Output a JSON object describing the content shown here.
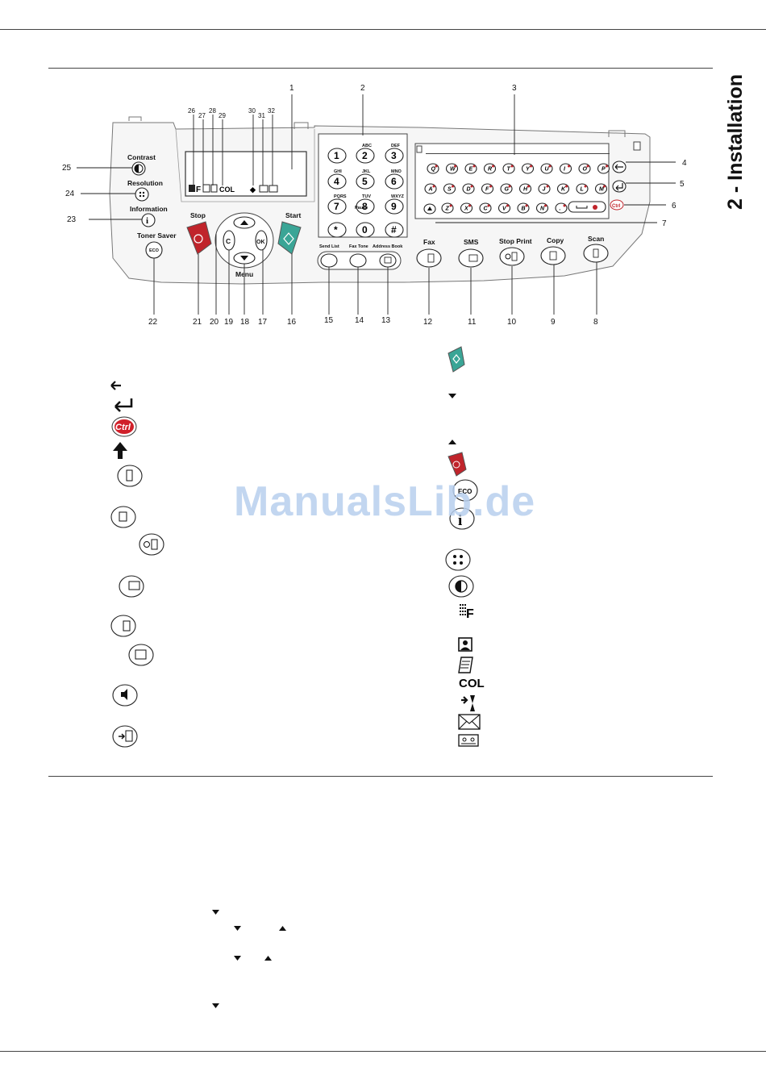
{
  "section_title": "2 - Installation",
  "watermark": "ManualsLib.de",
  "panel": {
    "labels": {
      "contrast": "Contrast",
      "resolution": "Resolution",
      "information": "Information",
      "toner_saver": "Toner Saver",
      "eco": "ECO",
      "stop": "Stop",
      "start": "Start",
      "menu": "Menu",
      "c_key": "C",
      "ok_key": "OK",
      "send_list": "Send List",
      "fax_tone": "Fax Tone",
      "address_book": "Address Book",
      "fax": "Fax",
      "sms": "SMS",
      "stop_print": "Stop Print",
      "copy": "Copy",
      "scan": "Scan",
      "pause": "Pause",
      "lcd_col": "COL"
    },
    "keypad": [
      {
        "digit": "1",
        "letters": ""
      },
      {
        "digit": "2",
        "letters": "ABC"
      },
      {
        "digit": "3",
        "letters": "DEF"
      },
      {
        "digit": "4",
        "letters": "GHI"
      },
      {
        "digit": "5",
        "letters": "JKL"
      },
      {
        "digit": "6",
        "letters": "MNO"
      },
      {
        "digit": "7",
        "letters": "PQRS"
      },
      {
        "digit": "8",
        "letters": "TUV"
      },
      {
        "digit": "9",
        "letters": "WXYZ"
      },
      {
        "digit": "*",
        "letters": ""
      },
      {
        "digit": "0",
        "letters": ""
      },
      {
        "digit": "#",
        "letters": ""
      }
    ],
    "keyboard_row1": [
      "Q",
      "W",
      "E",
      "R",
      "T",
      "Y",
      "U",
      "I",
      "O",
      "P"
    ],
    "keyboard_row2": [
      "A",
      "S",
      "D",
      "F",
      "G",
      "H",
      "J",
      "K",
      "L",
      "M"
    ],
    "keyboard_row3": [
      "Z",
      "X",
      "C",
      "V",
      "B",
      "N",
      "."
    ],
    "callouts": [
      "1",
      "2",
      "3",
      "4",
      "5",
      "6",
      "7",
      "8",
      "9",
      "10",
      "11",
      "12",
      "13",
      "14",
      "15",
      "16",
      "17",
      "18",
      "19",
      "20",
      "21",
      "22",
      "23",
      "24",
      "25",
      "26",
      "27",
      "28",
      "29",
      "30",
      "31",
      "32"
    ],
    "legend_col": "COL"
  }
}
